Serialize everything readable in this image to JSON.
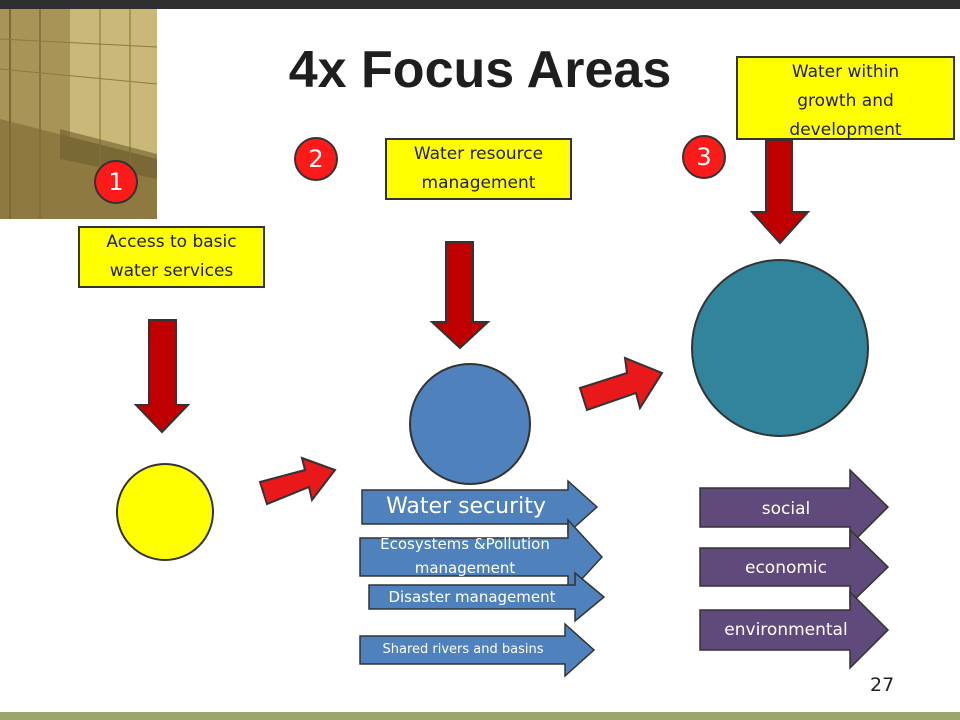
{
  "title": "4x  Focus Areas",
  "page_number": "27",
  "focus_areas": [
    {
      "number": "1",
      "label_line1": "Access to basic",
      "label_line2": "water services"
    },
    {
      "number": "2",
      "label_line1": "Water resource",
      "label_line2": "management"
    },
    {
      "number": "3",
      "label_line1": "Water within",
      "label_line2": "growth and",
      "label_line3": "development"
    }
  ],
  "water_security_arrows": [
    "Water security",
    "Ecosystems &Pollution management",
    "Disaster management",
    "Shared rivers and basins"
  ],
  "ecosystems_line1": "Ecosystems &Pollution",
  "ecosystems_line2": "management",
  "pillars": [
    "social",
    "economic",
    "environmental"
  ],
  "colors": {
    "label_box": "#ffff00",
    "number_badge": "#ff1a1a",
    "down_arrow": "#c00000",
    "flow_arrow": "#e8181b",
    "circle_small": "#ffff00",
    "circle_medium": "#4f81bd",
    "circle_large": "#31849b",
    "blue_arrow": "#4f81bd",
    "purple_arrow": "#604a7b"
  }
}
